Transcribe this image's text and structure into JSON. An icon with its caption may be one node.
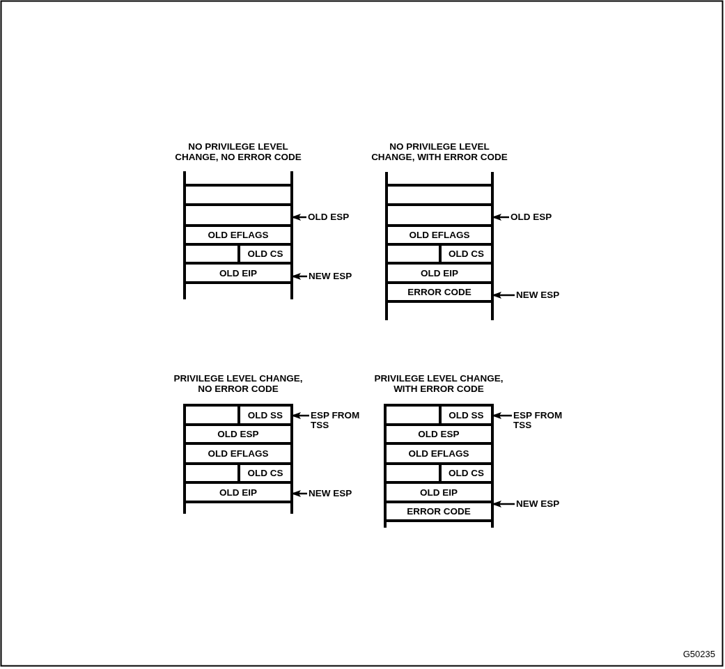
{
  "diagram": {
    "nodes": [
      {
        "text": [
          "NO PRIVILEGE LEVEL CHANGE, NO ERROR CODE"
        ]
      },
      {
        "text": [],
        "shape": "box",
        "in": 0
      },
      {
        "text": [],
        "shape": "box",
        "in": 0
      },
      {
        "text": [
          "OLD EFLAGS"
        ],
        "in": 0
      },
      {
        "text": [],
        "shape": "box",
        "in": 0
      },
      {
        "text": [
          "OLD CS"
        ],
        "in": 0
      },
      {
        "text": [
          "OLD EIP"
        ],
        "in": 0
      },
      {
        "text": [
          "OLD ESP"
        ]
      },
      {
        "text": [
          "NEW ESP"
        ]
      },
      {
        "text": [
          "NO PRIVILEGE LEVEL CHANGE, WITH ERROR CODE"
        ]
      },
      {
        "text": [],
        "shape": "box",
        "in": 9
      },
      {
        "text": [],
        "shape": "box",
        "in": 9
      },
      {
        "text": [
          "OLD EFLAGS"
        ],
        "in": 9
      },
      {
        "text": [],
        "shape": "box",
        "in": 9
      },
      {
        "text": [
          "OLD CS"
        ],
        "in": 9
      },
      {
        "text": [
          "OLD EIP"
        ],
        "in": 9
      },
      {
        "text": [
          "ERROR CODE"
        ],
        "in": 9
      },
      {
        "text": [
          "OLD ESP"
        ]
      },
      {
        "text": [
          "NEW ESP"
        ]
      },
      {
        "text": [
          "PRIVILEGE LEVEL CHANGE, NO ERROR CODE"
        ]
      },
      {
        "text": [],
        "shape": "box",
        "in": 19
      },
      {
        "text": [
          "OLD SS"
        ],
        "in": 19
      },
      {
        "text": [
          "OLD ESP"
        ],
        "in": 19
      },
      {
        "text": [
          "OLD EFLAGS"
        ],
        "in": 19
      },
      {
        "text": [],
        "shape": "box",
        "in": 19
      },
      {
        "text": [
          "OLD CS"
        ],
        "in": 19
      },
      {
        "text": [
          "OLD EIP"
        ],
        "in": 19
      },
      {
        "text": [
          "ESP FROM TSS"
        ]
      },
      {
        "text": [
          "NEW ESP"
        ]
      },
      {
        "text": [
          "PRIVILEGE LEVEL CHANGE, WITH ERROR CODE"
        ]
      },
      {
        "text": [],
        "shape": "box",
        "in": 29
      },
      {
        "text": [
          "OLD SS"
        ],
        "in": 29
      },
      {
        "text": [
          "OLD ESP"
        ],
        "in": 29
      },
      {
        "text": [
          "OLD EFLAGS"
        ],
        "in": 29
      },
      {
        "text": [],
        "shape": "box",
        "in": 29
      },
      {
        "text": [
          "OLD CS"
        ],
        "in": 29
      },
      {
        "text": [
          "OLD EIP"
        ],
        "in": 29
      },
      {
        "text": [
          "ERROR CODE"
        ],
        "in": 29
      },
      {
        "text": [
          "ESP FROM TSS"
        ]
      },
      {
        "text": [
          "NEW ESP"
        ]
      }
    ],
    "edges": [
      {
        "from": 7,
        "to": 2,
        "arrow": "to"
      },
      {
        "from": 8,
        "to": 6,
        "arrow": "to"
      },
      {
        "from": 17,
        "to": 11,
        "arrow": "to"
      },
      {
        "from": 18,
        "to": 16,
        "arrow": "to"
      },
      {
        "from": 27,
        "to": 21,
        "arrow": "to"
      },
      {
        "from": 28,
        "to": 26,
        "arrow": "to"
      },
      {
        "from": 38,
        "to": 31,
        "arrow": "to"
      },
      {
        "from": 39,
        "to": 37,
        "arrow": "to"
      }
    ],
    "labels": [
      "G50235"
    ]
  }
}
